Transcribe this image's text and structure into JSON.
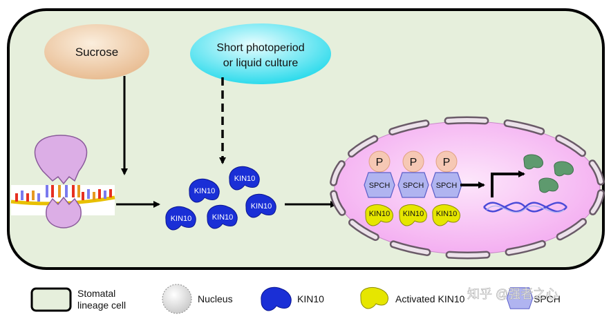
{
  "inputs": {
    "sucrose": "Sucrose",
    "photoperiod_line1": "Short photoperiod",
    "photoperiod_line2": "or liquid culture"
  },
  "kin10_label": "KIN10",
  "nucleus_complex": {
    "phospho_label": "P",
    "spch_label": "SPCH",
    "kin10_label": "KIN10"
  },
  "legend": {
    "cell_line1": "Stomatal",
    "cell_line2": "lineage cell",
    "nucleus": "Nucleus",
    "kin10": "KIN10",
    "activated_kin10": "Activated KIN10",
    "spch": "SPCH"
  },
  "watermark": "知乎 @强者之心",
  "colors": {
    "cell_fill": "#e6efdc",
    "nucleus_fill": "#f6b8f2",
    "kin10_blue": "#1a2fd6",
    "activated_yellow": "#e6e600",
    "spch_fill": "#b0b4f0",
    "phospho_fill": "#f6c8b4",
    "sucrose_fill": "#f0cfa8",
    "photoperiod_fill": "#3fe6f2",
    "green_protein": "#5e9a6e"
  },
  "icons": [
    "membrane-transporter-icon",
    "kin10-icon",
    "activated-kin10-icon",
    "spch-icon",
    "dna-helix-icon",
    "nucleus-icon"
  ]
}
